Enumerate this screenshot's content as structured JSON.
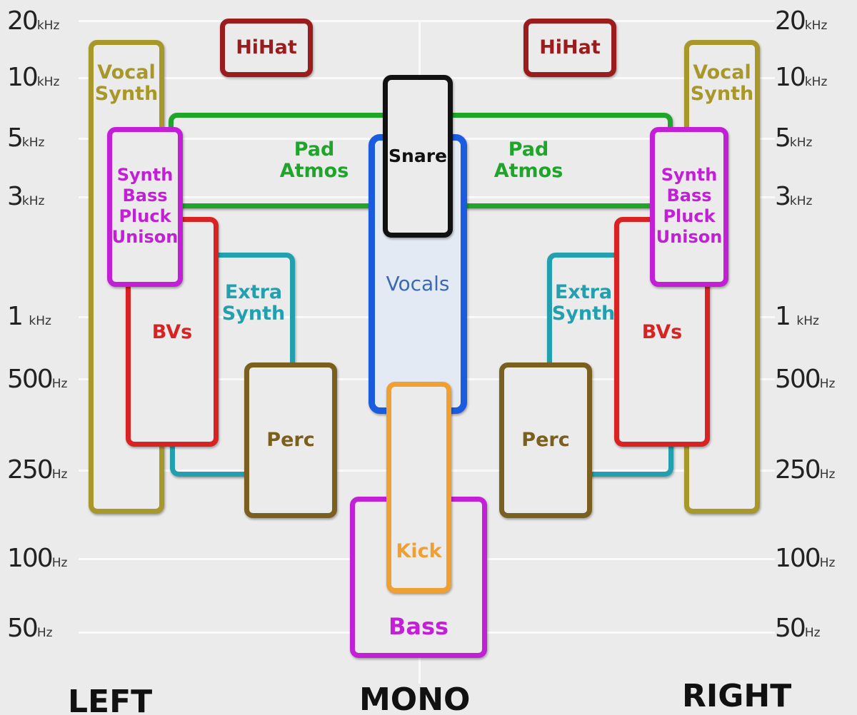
{
  "frequency_axis": [
    {
      "value": "20",
      "unit": "kHz"
    },
    {
      "value": "10",
      "unit": "kHz"
    },
    {
      "value": "5",
      "unit": "kHz"
    },
    {
      "value": "3",
      "unit": "kHz"
    },
    {
      "value": "1",
      "unit": "kHz"
    },
    {
      "value": "500",
      "unit": "Hz"
    },
    {
      "value": "250",
      "unit": "Hz"
    },
    {
      "value": "100",
      "unit": "Hz"
    },
    {
      "value": "50",
      "unit": "Hz"
    }
  ],
  "channels": {
    "left": "LEFT",
    "mono": "MONO",
    "right": "RIGHT"
  },
  "instruments": {
    "hihat": {
      "label": "HiHat",
      "color": "#9b1c1c"
    },
    "vocal_synth": {
      "line1": "Vocal",
      "line2": "Synth",
      "color": "#a8982a"
    },
    "pad_atmos": {
      "line1": "Pad",
      "line2": "Atmos",
      "color": "#1fa52a"
    },
    "synth_bass": {
      "line1": "Synth",
      "line2": "Bass",
      "line3": "Pluck",
      "line4": "Unison",
      "color": "#c21fd6"
    },
    "bvs": {
      "label": "BVs",
      "color": "#d92222"
    },
    "extra_synth": {
      "line1": "Extra",
      "line2": "Synth",
      "color": "#22a0b0"
    },
    "perc": {
      "label": "Perc",
      "color": "#7a5f1e"
    },
    "snare": {
      "label": "Snare",
      "color": "#111111"
    },
    "vocals": {
      "label": "Vocals",
      "color": "#1a5ce0"
    },
    "kick": {
      "label": "Kick",
      "color": "#f0a030"
    },
    "bass": {
      "label": "Bass",
      "color": "#c21fd6"
    }
  }
}
